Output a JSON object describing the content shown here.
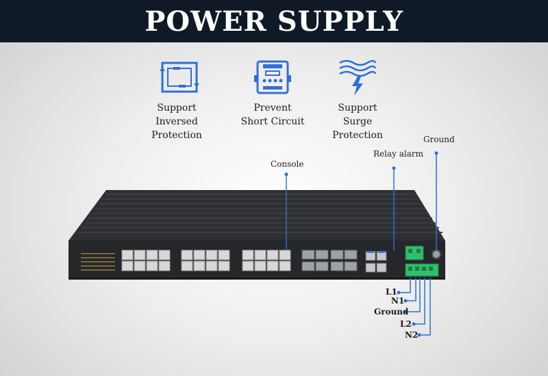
{
  "banner": {
    "title": "POWER SUPPLY"
  },
  "features": [
    {
      "line1": "Support",
      "line2": "Inversed Protection",
      "icon": "reverse-polarity-icon"
    },
    {
      "line1": "Prevent",
      "line2": "Short Circuit",
      "icon": "circuit-board-icon"
    },
    {
      "line1": "Support",
      "line2": "Surge Protection",
      "icon": "surge-lightning-icon"
    }
  ],
  "callouts": {
    "console": "Console",
    "relay_alarm": "Relay alarm",
    "ground_top": "Ground",
    "l1": "L1",
    "n1": "N1",
    "ground_bottom": "Ground",
    "l2": "L2",
    "n2": "N2"
  },
  "colors": {
    "banner": "#0f1a26",
    "accent": "#2f6fd6",
    "device": "#2b2d30",
    "terminal": "#2fbf6a"
  }
}
